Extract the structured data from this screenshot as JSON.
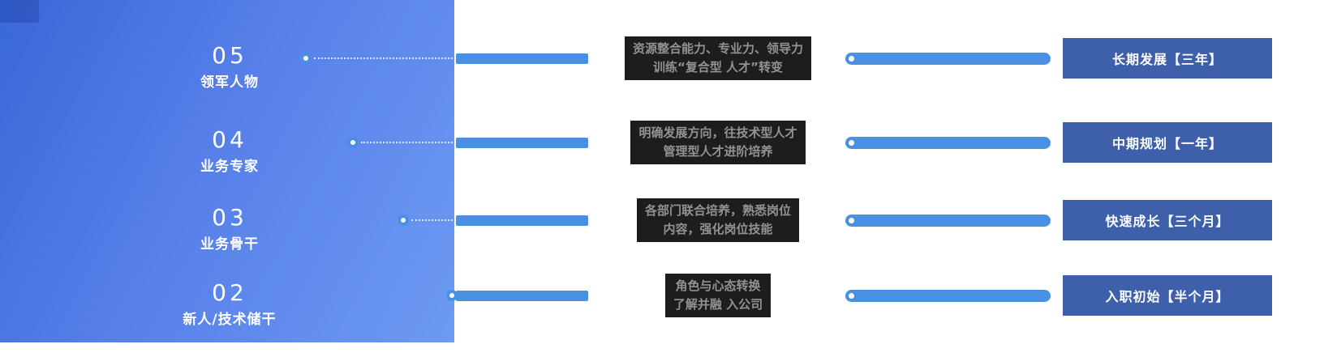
{
  "colors": {
    "panel_gradient_start": "#3a67d7",
    "panel_gradient_end": "#6d9af3",
    "bar_blue": "#4a90e2",
    "milestone_box_blue": "#3e5fa9",
    "desc_box_background": "#1d1d1d",
    "desc_box_text": "#929292",
    "text_white": "#ffffff"
  },
  "rows": [
    {
      "number": "05",
      "stage": "领军人物",
      "desc_line1": "资源整合能力、专业力、领导力",
      "desc_line2": "训练“复合型 人才”转变",
      "milestone": "长期发展【三年】"
    },
    {
      "number": "04",
      "stage": "业务专家",
      "desc_line1": "明确发展方向，往技术型人才",
      "desc_line2": "管理型人才进阶培养",
      "milestone": "中期规划【一年】"
    },
    {
      "number": "03",
      "stage": "业务骨干",
      "desc_line1": "各部门联合培养，熟悉岗位",
      "desc_line2": "内容，强化岗位技能",
      "milestone": "快速成长【三个月】"
    },
    {
      "number": "02",
      "stage": "新人/技术储干",
      "desc_line1": "角色与心态转换",
      "desc_line2": "了解并融 入公司",
      "milestone": "入职初始【半个月】"
    }
  ]
}
